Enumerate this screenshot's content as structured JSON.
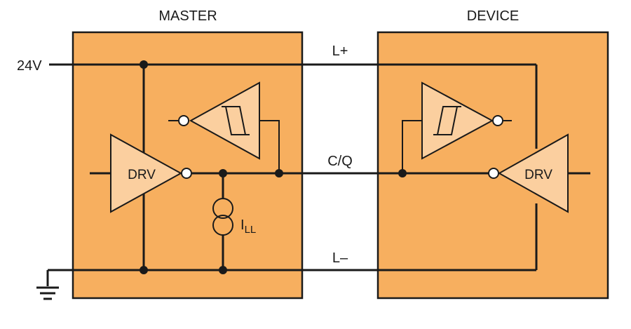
{
  "title_master": "MASTER",
  "title_device": "DEVICE",
  "supply_label": "24V",
  "line_lplus": "L+",
  "line_cq": "C/Q",
  "line_lminus": "L–",
  "master_driver_label": "DRV",
  "device_driver_label": "DRV",
  "current_source_label": {
    "main": "I",
    "sub": "LL"
  },
  "colors": {
    "block_fill": "#f7af5f",
    "gate_fill": "#fbcf9f",
    "ink": "#1a1a1a"
  }
}
